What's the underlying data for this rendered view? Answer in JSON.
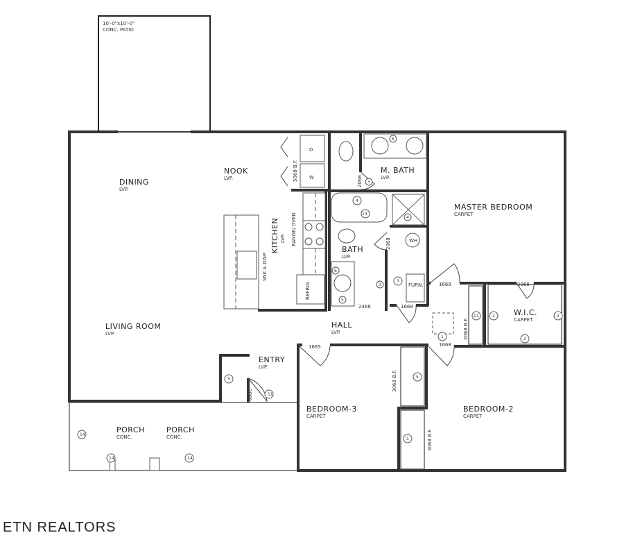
{
  "patio": {
    "dims": "10'-0\"x10'-0\"",
    "label": "CONC. PATIO"
  },
  "rooms": {
    "dining": {
      "name": "DINING",
      "floor": "LVP."
    },
    "nook": {
      "name": "NOOK",
      "floor": "LVP."
    },
    "kitchen": {
      "name": "KITCHEN",
      "floor": "LVP."
    },
    "living": {
      "name": "LIVING ROOM",
      "floor": "LVP."
    },
    "mbath": {
      "name": "M. BATH",
      "floor": "LVP."
    },
    "bath": {
      "name": "BATH",
      "floor": "LVP."
    },
    "master": {
      "name": "MASTER BEDROOM",
      "floor": "CARPET"
    },
    "hall": {
      "name": "HALL",
      "floor": "LVP."
    },
    "wic": {
      "name": "W.I.C.",
      "floor": "CARPET"
    },
    "entry": {
      "name": "ENTRY",
      "floor": "LVP."
    },
    "bedroom3": {
      "name": "BEDROOM-3",
      "floor": "CARPET"
    },
    "bedroom2": {
      "name": "BEDROOM-2",
      "floor": "CARPET"
    },
    "porch1": {
      "name": "PORCH",
      "floor": "CONC."
    },
    "porch2": {
      "name": "PORCH",
      "floor": "CONC."
    }
  },
  "notes": {
    "laundry_door": "5068 B.F.",
    "range": "RANGE/ OVEN",
    "sink": "SNK & DISP.",
    "refrig": "REFRIG",
    "furnace": "FURN.",
    "wh": "WH",
    "washer": "W",
    "dryer": "D",
    "closet_b3": "3068 B.F.",
    "closet_b2": "3068 B.F.",
    "linen": "2068 B.F."
  },
  "door_tags": {
    "mbath_door": "2068",
    "bath_door": "2068",
    "bath_bottom": "2468",
    "furn": "1668",
    "hall_master": "1668",
    "hall_b2": "1668",
    "wic_door": "2068",
    "b3_door": "1665",
    "entry_closet": "2068"
  },
  "callouts": [
    "1",
    "2",
    "3",
    "4",
    "5",
    "6",
    "11",
    "13",
    "14"
  ],
  "watermark": "ETN REALTORS"
}
